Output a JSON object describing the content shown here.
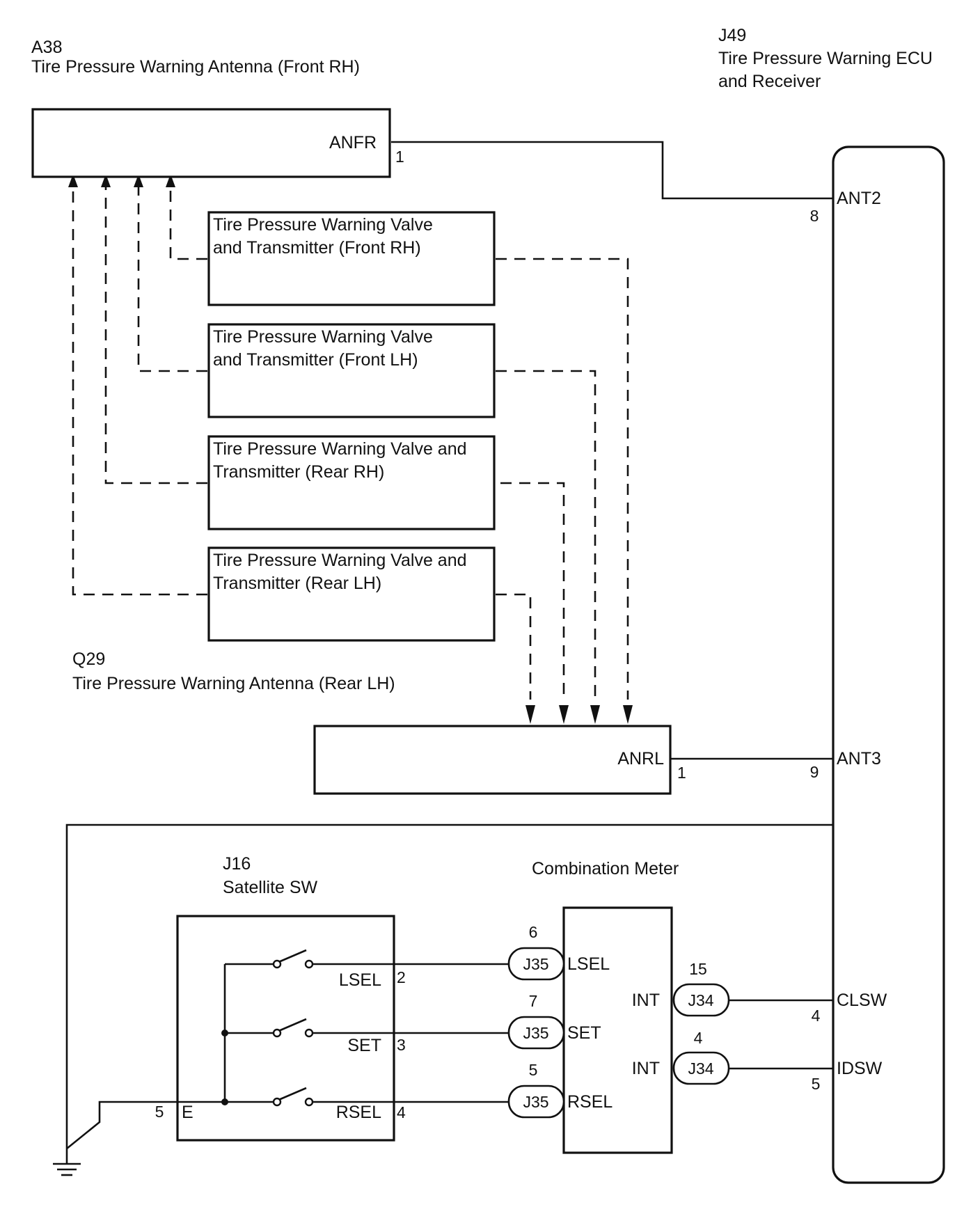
{
  "components": {
    "a38": {
      "code": "A38",
      "name": "Tire Pressure Warning Antenna (Front RH)",
      "terminal": "ANFR",
      "pin": "1"
    },
    "j49": {
      "code": "J49",
      "name_line1": "Tire Pressure Warning ECU",
      "name_line2": "and Receiver",
      "terminals": [
        {
          "name": "ANT2",
          "pin": "8"
        },
        {
          "name": "ANT3",
          "pin": "9"
        },
        {
          "name": "CLSW",
          "pin": "4"
        },
        {
          "name": "IDSW",
          "pin": "5"
        }
      ]
    },
    "transmitters": [
      {
        "line1": "Tire Pressure Warning Valve",
        "line2": "and Transmitter (Front RH)"
      },
      {
        "line1": "Tire Pressure Warning Valve",
        "line2": "and Transmitter (Front LH)"
      },
      {
        "line1": "Tire Pressure Warning Valve and",
        "line2": "Transmitter (Rear RH)"
      },
      {
        "line1": "Tire Pressure Warning Valve and",
        "line2": "Transmitter (Rear LH)"
      }
    ],
    "q29": {
      "code": "Q29",
      "name": "Tire Pressure Warning Antenna (Rear LH)",
      "terminal": "ANRL",
      "pin": "1"
    },
    "j16": {
      "code": "J16",
      "name": "Satellite SW",
      "terminals": [
        {
          "name": "LSEL",
          "pin": "2"
        },
        {
          "name": "SET",
          "pin": "3"
        },
        {
          "name": "RSEL",
          "pin": "4"
        },
        {
          "name": "E",
          "pin": "5"
        }
      ]
    },
    "combination_meter": {
      "name": "Combination Meter",
      "inputs": [
        {
          "name": "LSEL",
          "connector": "J35",
          "pin": "6"
        },
        {
          "name": "SET",
          "connector": "J35",
          "pin": "7"
        },
        {
          "name": "RSEL",
          "connector": "J35",
          "pin": "5"
        }
      ],
      "outputs": [
        {
          "name": "INT",
          "connector": "J34",
          "pin": "15"
        },
        {
          "name": "INT",
          "connector": "J34",
          "pin": "4"
        }
      ]
    }
  }
}
